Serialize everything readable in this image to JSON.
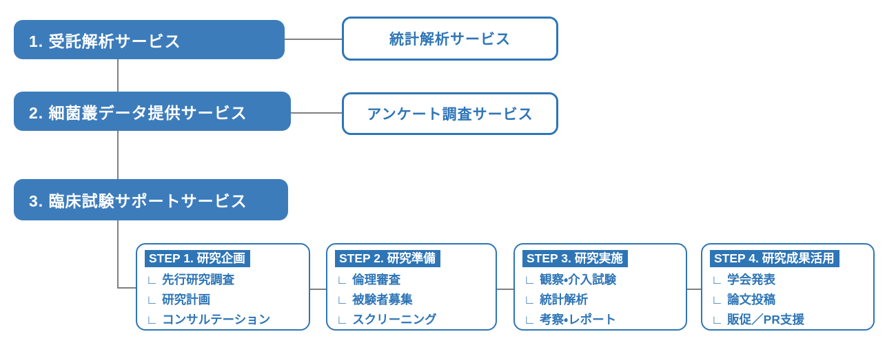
{
  "colors": {
    "box_fill": "#3d7cbb",
    "accent": "#2e75b6",
    "line_color": "#7f7f7f"
  },
  "glyphs": {
    "branch": "∟"
  },
  "services": [
    {
      "label": "1. 受託解析サービス",
      "sub": "統計解析サービス"
    },
    {
      "label": "2. 細菌叢データ提供サービス",
      "sub": "アンケート調査サービス"
    },
    {
      "label": "3. 臨床試験サポートサービス"
    }
  ],
  "steps": [
    {
      "header": "STEP 1. 研究企画",
      "items": [
        "先行研究調査",
        "研究計画",
        "コンサルテーション"
      ]
    },
    {
      "header": "STEP 2. 研究準備",
      "items": [
        "倫理審査",
        "被験者募集",
        "スクリーニング"
      ]
    },
    {
      "header": "STEP 3. 研究実施",
      "items": [
        "観察・介入試験",
        "統計解析",
        "考察・レポート"
      ]
    },
    {
      "header": "STEP 4. 研究成果活用",
      "items": [
        "学会発表",
        "論文投稿",
        "販促／PR支援"
      ]
    }
  ]
}
